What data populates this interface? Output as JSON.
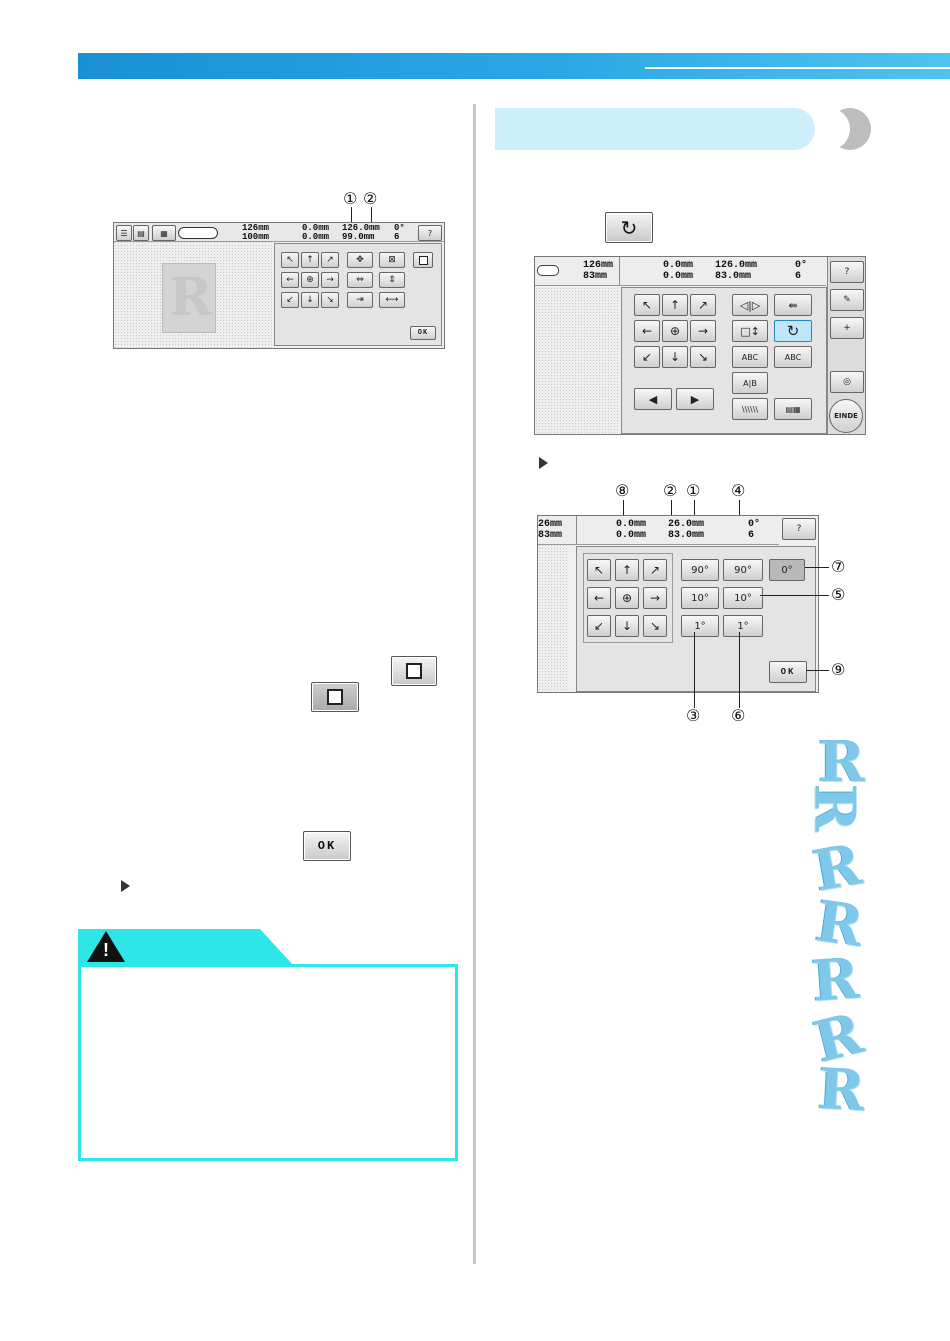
{
  "callouts": {
    "left_top": [
      "①",
      "②"
    ],
    "right": [
      "①",
      "②",
      "③",
      "④",
      "⑤",
      "⑥",
      "⑦",
      "⑧",
      "⑨"
    ]
  },
  "buttons": {
    "ok_label": "OK",
    "einde_label": "EINDE",
    "rotate_glyph": "↻"
  },
  "screen1": {
    "size_h": "126mm",
    "size_w": "100mm",
    "pos_v": "0.0mm",
    "pos_h": "0.0mm",
    "dim_h": "126.0mm",
    "dim_w": "99.0mm",
    "angle": "0°",
    "colors": "6"
  },
  "screen2": {
    "size_h": "126mm",
    "size_w": "83mm",
    "pos_v": "0.0mm",
    "pos_h": "0.0mm",
    "dim_h": "126.0mm",
    "dim_w": "83.0mm",
    "angle": "0°",
    "colors": "6"
  },
  "screen3": {
    "size_h": "26mm",
    "size_w": "83mm",
    "pos_v": "0.0mm",
    "pos_h": "0.0mm",
    "dim_h": "26.0mm",
    "dim_w": "83.0mm",
    "angle": "0°",
    "colors": "6",
    "rot_left_90": "90°",
    "rot_right_90": "90°",
    "rot_left_10": "10°",
    "rot_right_10": "10°",
    "rot_left_1": "1°",
    "rot_right_1": "1°",
    "reset": "0°"
  },
  "arrows": [
    "↖",
    "↑",
    "↗",
    "←",
    "⊕",
    "→",
    "↙",
    "↓",
    "↘"
  ],
  "colors": {
    "header": "#1a8fd6",
    "section_tab": "#cdeefb",
    "caution": "#2ee6e8",
    "letter": "#7fc8ea"
  },
  "icons": {
    "warning": "warning-icon",
    "result_marker": "triangle-right-icon"
  }
}
